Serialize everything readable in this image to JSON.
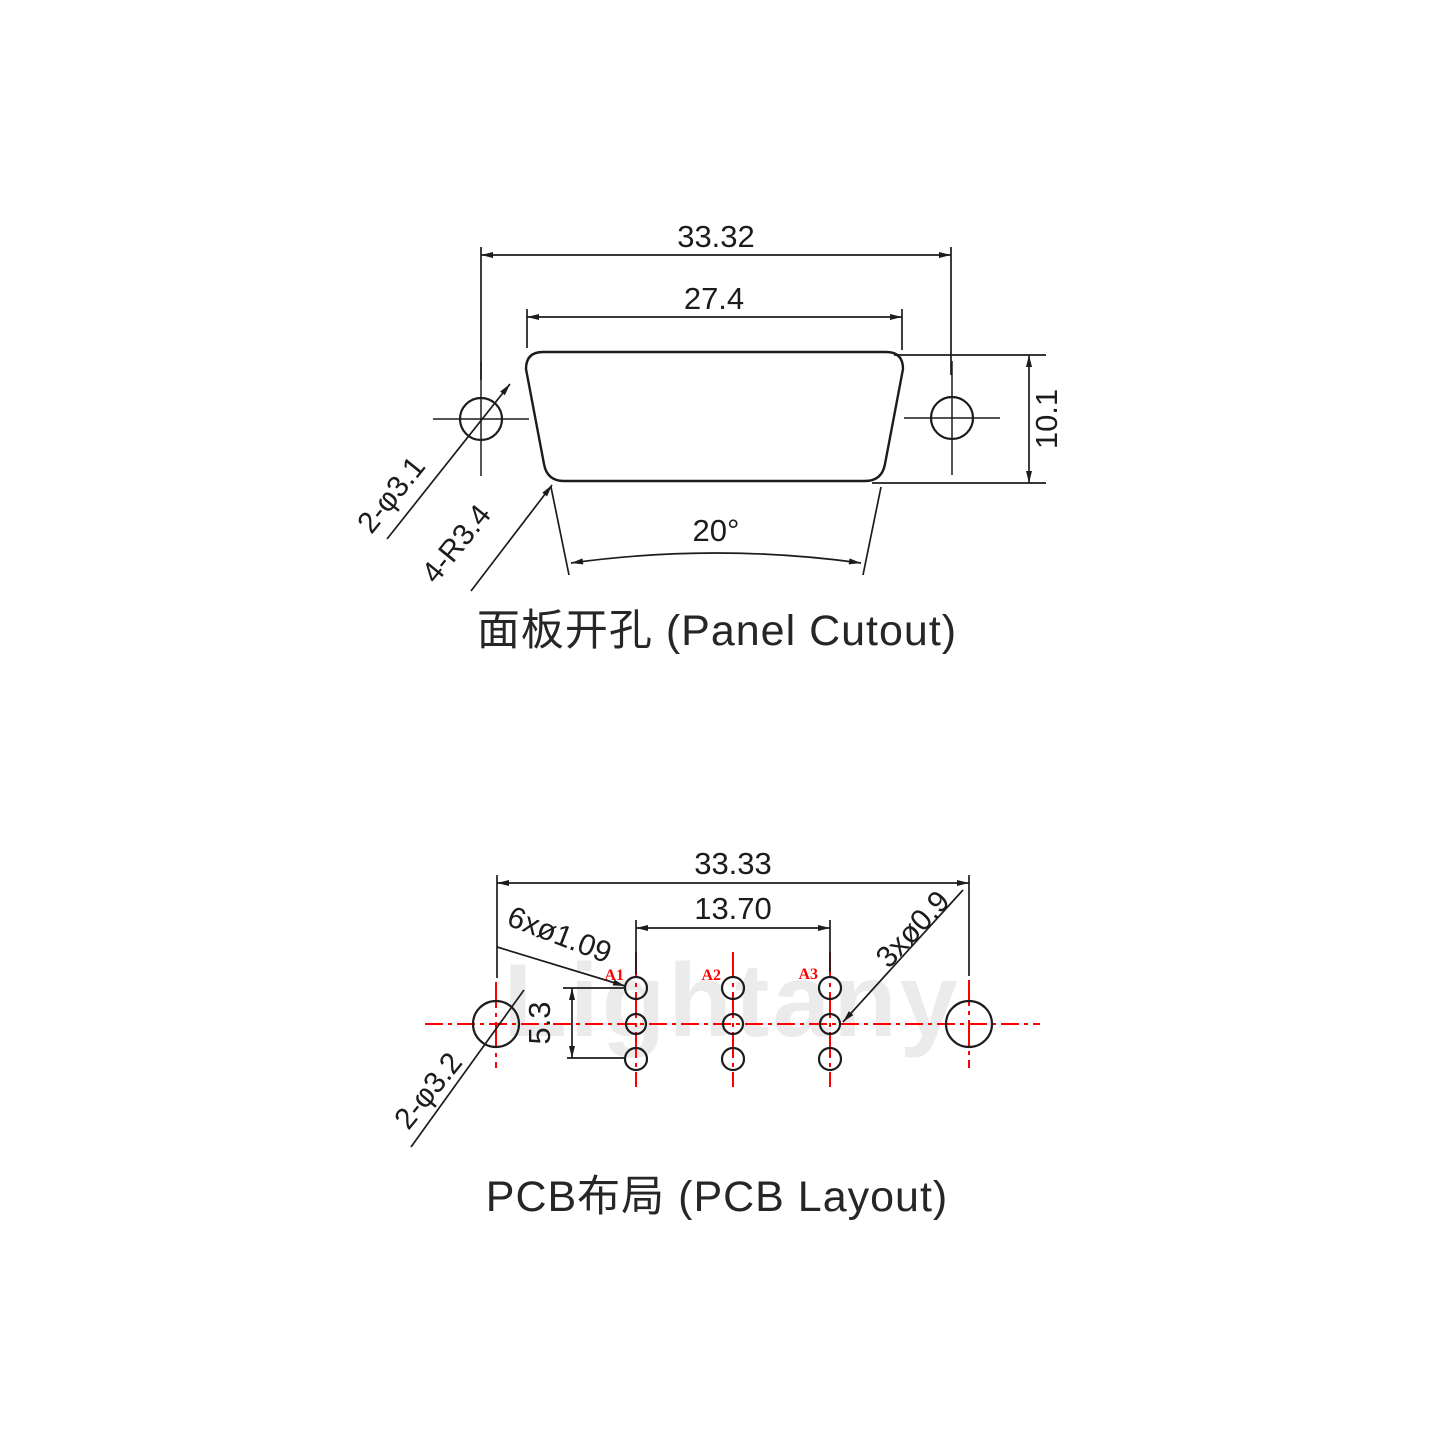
{
  "watermark": "Lightany",
  "panel_cutout": {
    "title": "面板开孔 (Panel Cutout)",
    "dim_outer_width": "33.32",
    "dim_inner_width": "27.4",
    "dim_height": "10.1",
    "dim_angle": "20°",
    "label_screw_holes": "2-φ3.1",
    "label_corner_radius": "4-R3.4"
  },
  "pcb_layout": {
    "title": "PCB布局 (PCB Layout)",
    "dim_total_width": "33.33",
    "dim_pin_span": "13.70",
    "dim_row_span": "5.3",
    "label_signal_holes": "6xø1.09",
    "label_coax_holes": "3xø0.9",
    "label_mount_holes": "2-φ3.2",
    "pins": [
      {
        "label": "A1"
      },
      {
        "label": "A2"
      },
      {
        "label": "A3"
      }
    ]
  },
  "colors": {
    "line": "#1c1c1c",
    "centerline_red": "#ff0000",
    "watermark_gray": "#ebebeb",
    "background": "#ffffff"
  }
}
